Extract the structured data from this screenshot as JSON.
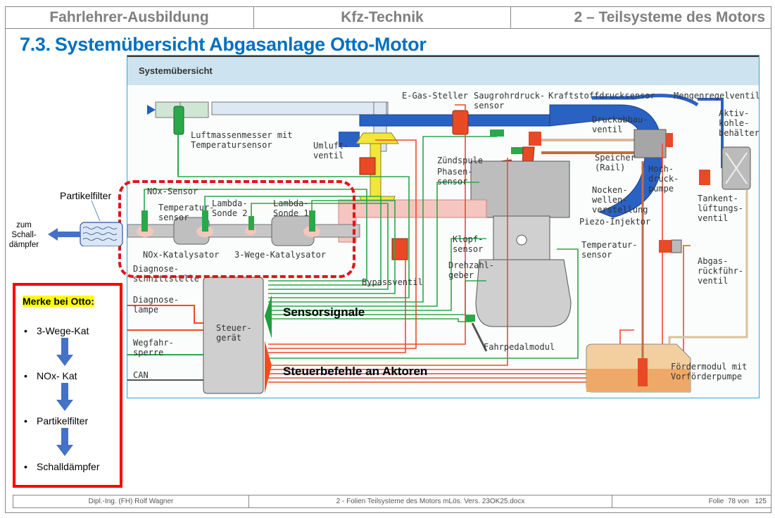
{
  "header": {
    "left": "Fahrlehrer-Ausbildung",
    "center": "Kfz-Technik",
    "right": "2 – Teilsysteme des Motors"
  },
  "title": {
    "number": "7.3.",
    "text": "Systemübersicht Abgasanlage Otto-Motor"
  },
  "diagram": {
    "heading": "Systemübersicht",
    "labels": {
      "luftmassenmesser": "Luftmassenmesser mit\nTemperatursensor",
      "umluftventil": "Umluft-\nventil",
      "egas": "E-Gas-Steller",
      "saugrohr": "Saugrohrdruck-\nsensor",
      "kraftstoffdruck": "Kraftstoffdrucksensor",
      "mengenregel": "Mengenregelventil",
      "aktivkohle": "Aktiv-\nkohle-\nbehälter",
      "druckabbau": "Druckabbau-\nventil",
      "speicher": "Speicher\n(Rail)",
      "hochdruck": "Hoch-\ndruck-\npumpe",
      "zuendspule": "Zündspule",
      "phasensensor": "Phasen-\nsensor",
      "nocken": "Nocken-\nwellen-\nverstellung",
      "piezo": "Piezo-Injektor",
      "tankentlueftung": "Tankent-\nlüftungs-\nventil",
      "nox_sensor": "NOx-Sensor",
      "temp_sensor_exhaust": "Temperatur-\nsensor",
      "lambda2": "Lambda-\nSonde 2",
      "lambda1": "Lambda-\nSonde 1",
      "nox_kat": "NOx-Katalysator",
      "drei_wege_kat": "3-Wege-Katalysator",
      "klopf": "Klopf-\nsensor",
      "temp_sensor_engine": "Temperatur-\nsensor",
      "abgas": "Abgas-\nrückführ-\nventil",
      "drehzahl": "Drehzahl-\ngeber",
      "bypass": "Bypassventil",
      "diag_schnitt": "Diagnose-\nschnittstelle",
      "diag_lampe": "Diagnose-\nlampe",
      "wegfahr": "Wegfahr-\nsperre",
      "can": "CAN",
      "steuergeraet": "Steuer-\ngerät",
      "fahrpedal": "Fahrpedalmodul",
      "foerdermodul": "Fördermodul mit\nVorförderpumpe"
    },
    "overlay": {
      "sensorsignale": "Sensorsignale",
      "steuerbefehle": "Steuerbefehle an Aktoren"
    }
  },
  "left_annotations": {
    "partikelfilter": "Partikelfilter",
    "zum_schalldaempfer": "zum\nSchall-\ndämpfer"
  },
  "memo": {
    "heading": "Merke bei Otto:",
    "items": [
      "3-Wege-Kat",
      "NOx- Kat",
      "Partikelfilter",
      "Schalldämpfer"
    ]
  },
  "footer": {
    "author": "Dipl.-Ing. (FH) Rolf Wagner",
    "file": "2 - Folien  Teilsysteme des Motors mLös. Vers. 23OK25.docx",
    "page_label": "Folie",
    "page_current": "78",
    "page_sep": "von",
    "page_total": "125"
  },
  "colors": {
    "title_blue": "#0070c0",
    "highlight_red": "#ff0000",
    "memo_highlight": "#ffff00",
    "sensor_green": "#1f9e3c",
    "actuator_red": "#f04a28",
    "intake_blue": "#1f5fbf"
  }
}
